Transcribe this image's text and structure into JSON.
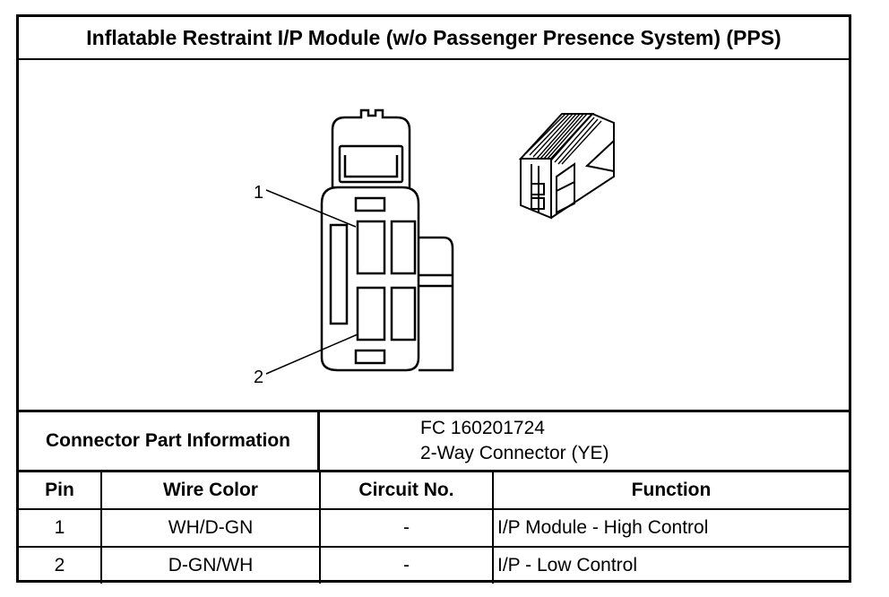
{
  "title": "Inflatable Restraint I/P Module (w/o Passenger Presence System) (PPS)",
  "diagram": {
    "callouts": [
      "1",
      "2"
    ]
  },
  "connector_info": {
    "label": "Connector Part Information",
    "part_number": "FC 160201724",
    "description": "2-Way Connector (YE)"
  },
  "pin_table": {
    "headers": {
      "pin": "Pin",
      "wire_color": "Wire Color",
      "circuit": "Circuit No.",
      "function": "Function"
    },
    "rows": [
      {
        "pin": "1",
        "wire_color": "WH/D-GN",
        "circuit": "-",
        "function": "I/P Module - High Control"
      },
      {
        "pin": "2",
        "wire_color": "D-GN/WH",
        "circuit": "-",
        "function": "I/P - Low Control"
      }
    ]
  }
}
